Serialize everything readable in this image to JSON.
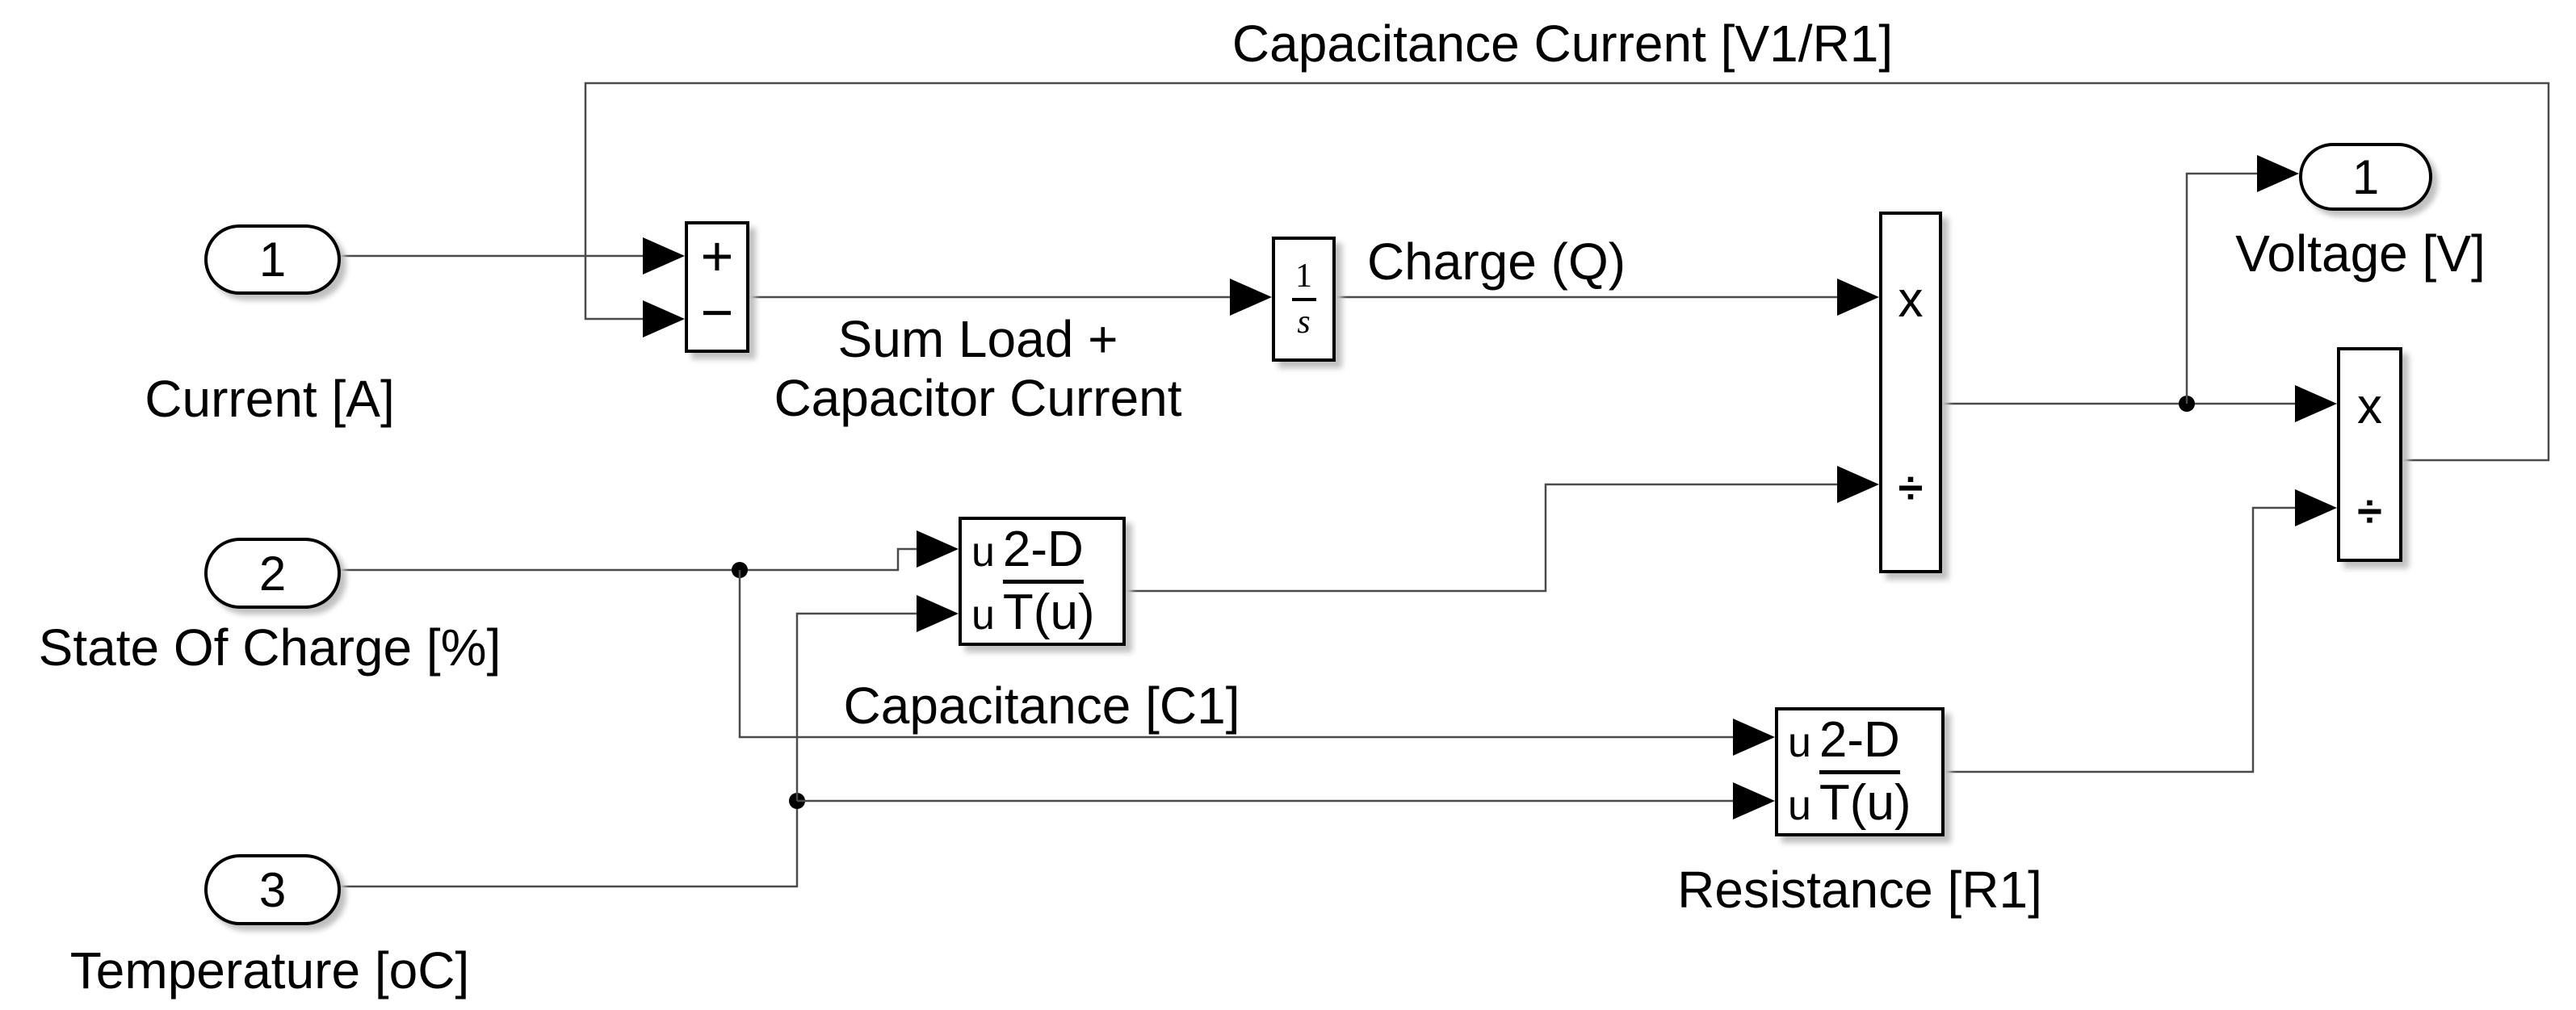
{
  "colors": {
    "background": "#ffffff",
    "wire": "#4a4a4a",
    "block_border": "#000000",
    "text": "#000000",
    "shadow": "#c0c0c0"
  },
  "diagram": {
    "annotation": "Capacitance Current [V1/R1]",
    "inports": [
      {
        "id": "1",
        "name": "Current [A]"
      },
      {
        "id": "2",
        "name": "State Of Charge [%]"
      },
      {
        "id": "3",
        "name": "Temperature [oC]"
      }
    ],
    "outports": [
      {
        "id": "1",
        "name": "Voltage [V]"
      }
    ],
    "signal_labels": {
      "charge": "Charge (Q)"
    },
    "blocks": {
      "sum": {
        "plus": "+",
        "minus": "−",
        "name_line1": "Sum Load +",
        "name_line2": "Capacitor Current"
      },
      "integrator": {
        "numerator": "1",
        "denominator": "s"
      },
      "product1": {
        "multiply": "x",
        "divide": "÷"
      },
      "product2": {
        "multiply": "x",
        "divide": "÷"
      },
      "lookup_capacitance": {
        "input1": "u",
        "input2": "u",
        "line1": "2-D",
        "line2": "T(u)",
        "name": "Capacitance [C1]"
      },
      "lookup_resistance": {
        "input1": "u",
        "input2": "u",
        "line1": "2-D",
        "line2": "T(u)",
        "name": "Resistance [R1]"
      }
    }
  }
}
